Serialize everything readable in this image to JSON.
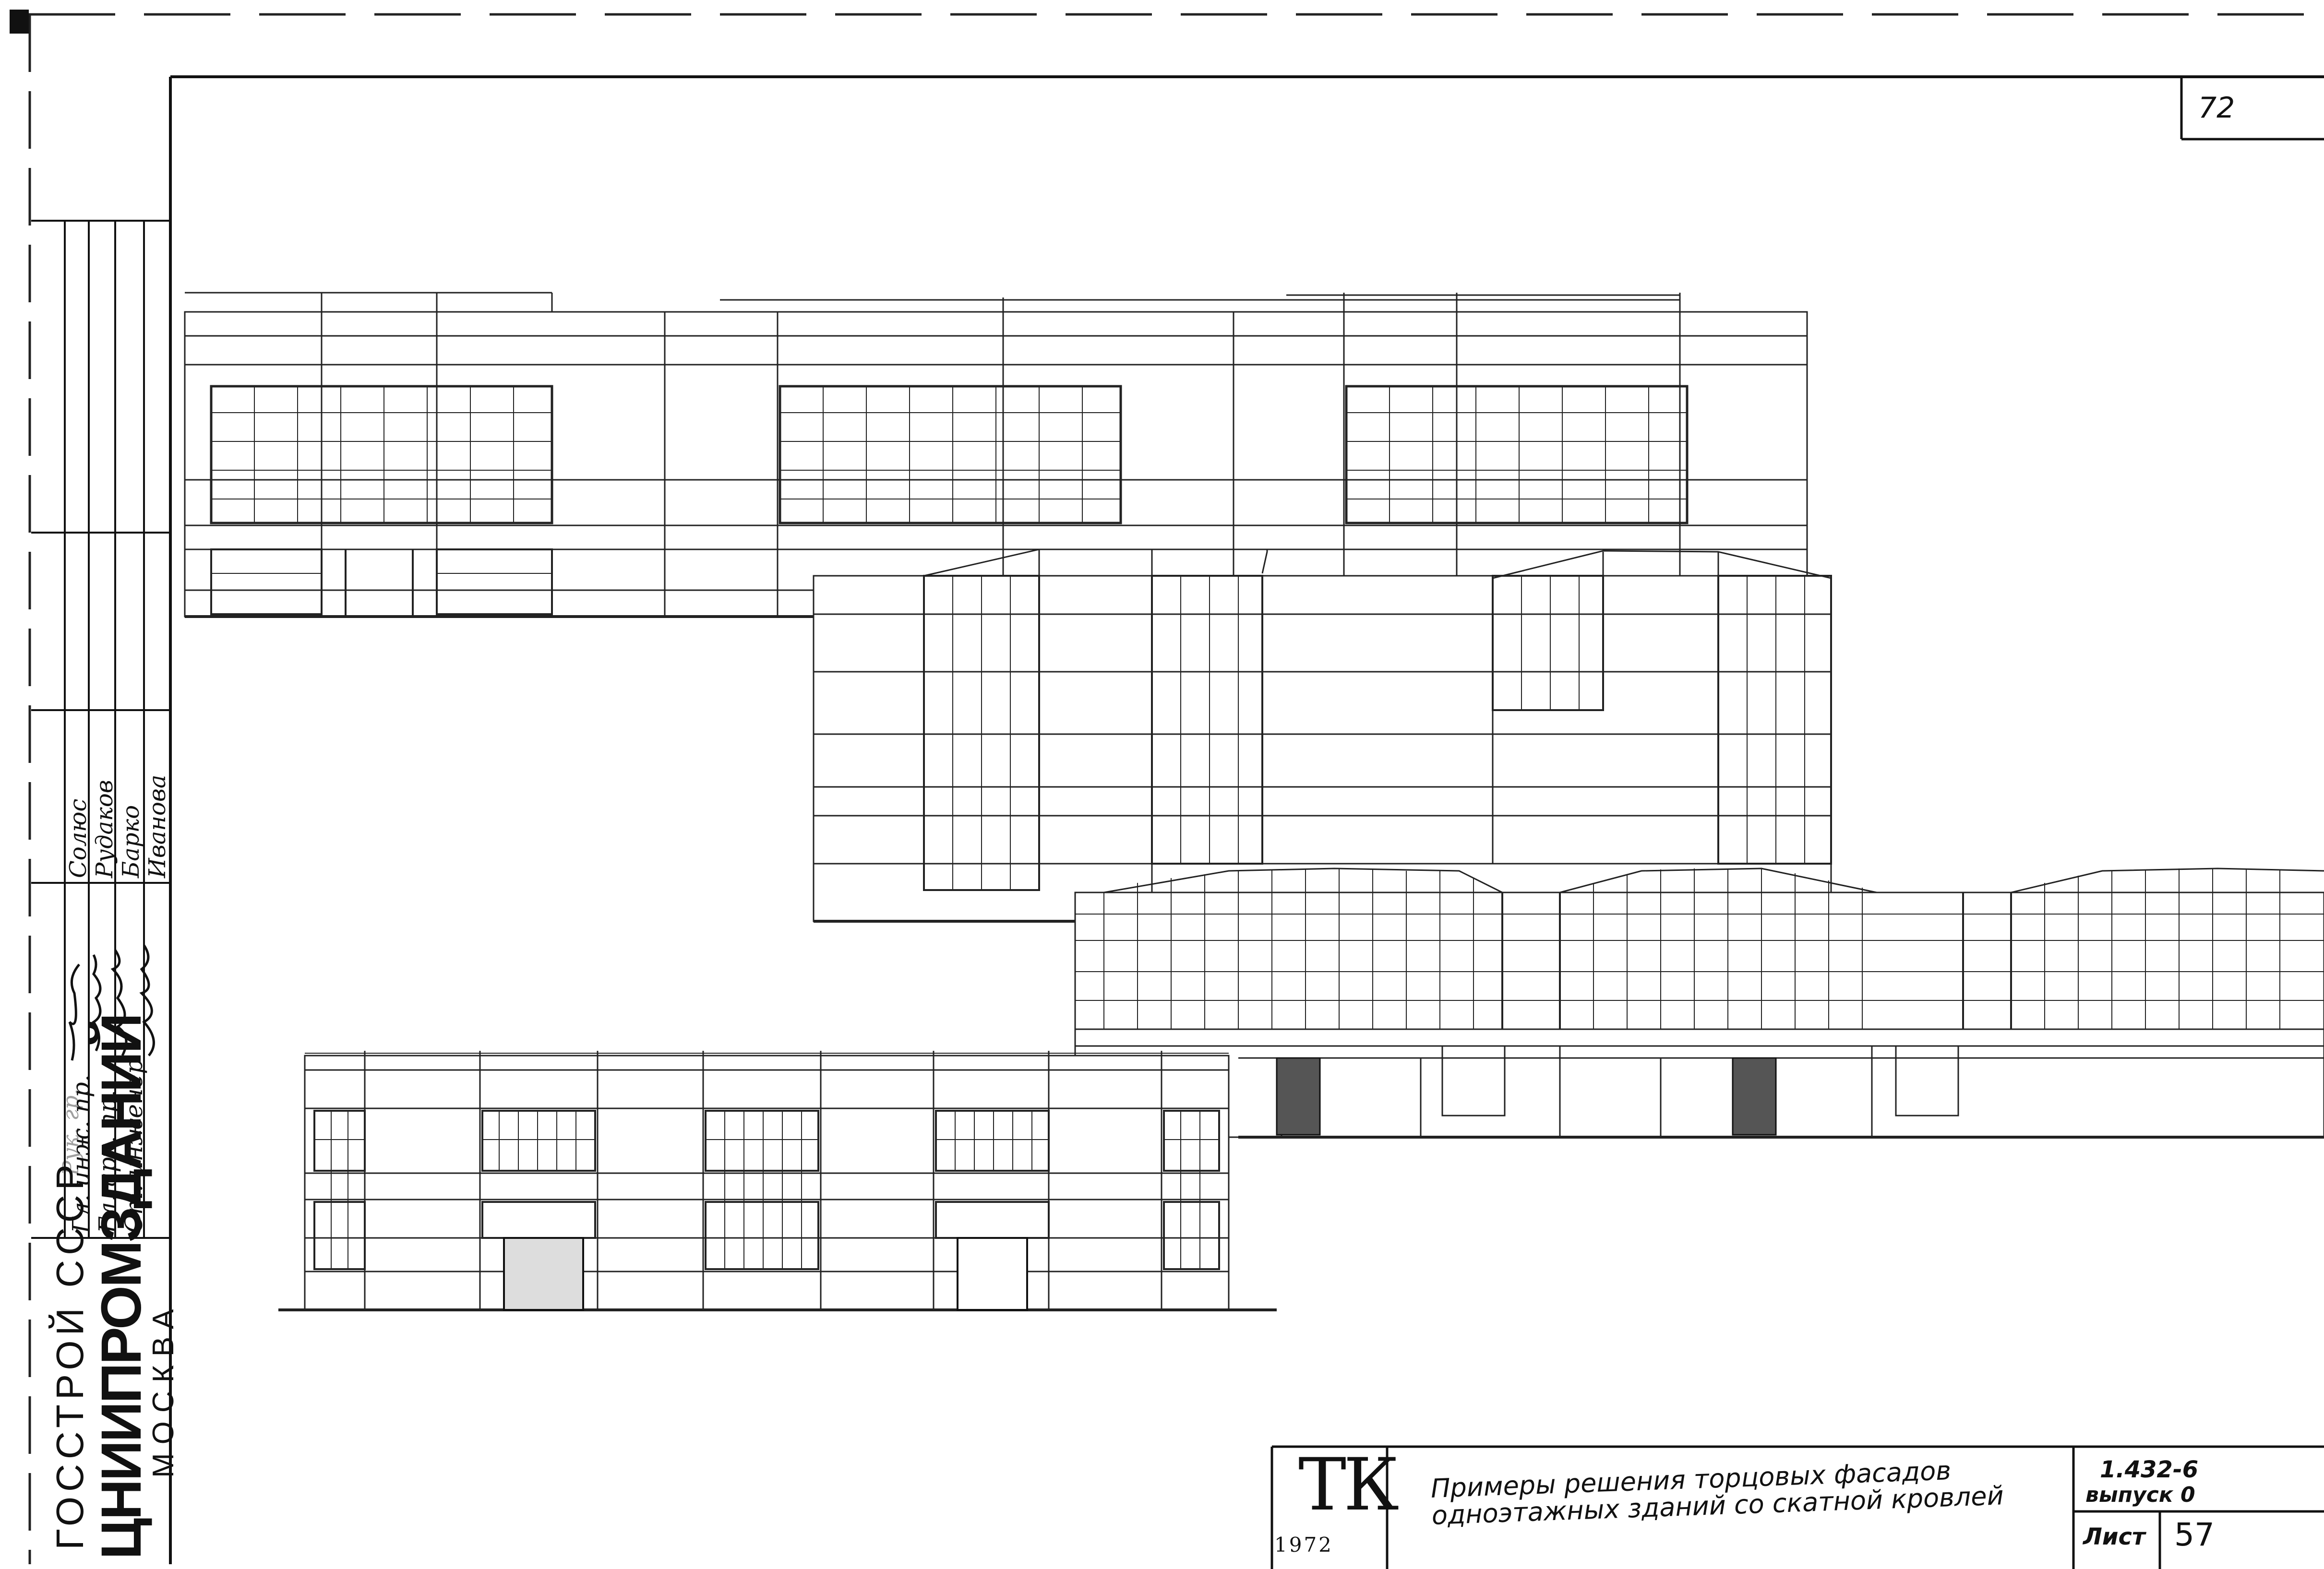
{
  "sheet_corner_number": "72",
  "title_block": {
    "stamp_letters": "ТК",
    "stamp_year": "1972",
    "title_line1": "Примеры решения торцовых фасадов",
    "title_line2": "одноэтажных зданий со скатной кровлей",
    "series": "1.432-6",
    "issue": "выпуск 0",
    "sheet_label": "Лист",
    "sheet_number": "57"
  },
  "organization": {
    "ministry": "ГОССТРОЙ СССР",
    "institute": "ЦНИИПРОМЗДАНИЙ",
    "city": "МОСКВА"
  },
  "signature_table": {
    "rows": [
      {
        "role": "Рук. гр.",
        "name": "Солюс",
        "signature": "Солюс"
      },
      {
        "role": "Гл. инж. пр.",
        "name": "Рудаков",
        "signature": "Рудаков"
      },
      {
        "role": "Гл. арх. пр.",
        "name": "Барко",
        "signature": "Барко"
      },
      {
        "role": "Ст. инженер",
        "name": "Иванова",
        "signature": "Иванова"
      }
    ]
  }
}
